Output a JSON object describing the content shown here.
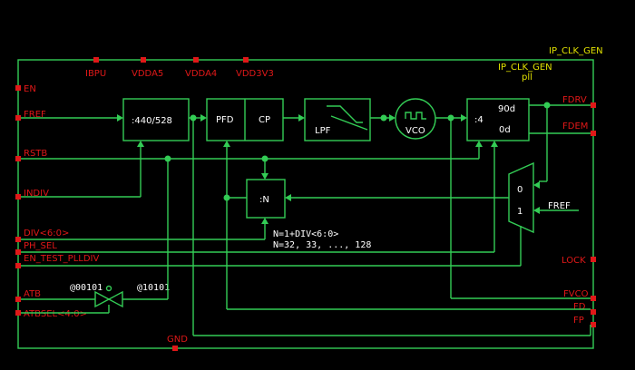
{
  "cell": {
    "library_label": "IP_CLK_GEN",
    "instance_name": "IP_CLK_GEN",
    "view_name": "pll"
  },
  "top_pins": [
    "IBPU",
    "VDDA5",
    "VDDA4",
    "VDD3V3"
  ],
  "left_pins": [
    "EN",
    "FREF",
    "RSTB",
    "INDIV",
    "DIV<6:0>",
    "PH_SEL",
    "EN_TEST_PLLDIV",
    "ATB",
    "ATBSEL<4:0>"
  ],
  "right_pins": [
    "FDRV",
    "FDEM",
    "LOCK",
    "FVCO",
    "FD",
    "FP"
  ],
  "bottom_pins": [
    "GND"
  ],
  "blocks": {
    "ref_divider": ":440/528",
    "pfd": "PFD",
    "cp": "CP",
    "lpf": "LPF",
    "vco": "VCO",
    "out_divider": ":4",
    "phase_90": "90d",
    "phase_0": "0d",
    "fb_divider": ":N",
    "mux_0": "0",
    "mux_1": "1"
  },
  "mux_input_label": "FREF",
  "annotations": {
    "n_formula": "N=1+DIV<6:0>",
    "n_values": "N=32, 33, ..., 128",
    "switch_code_a": "@00101",
    "switch_code_b": "@10101"
  },
  "colors": {
    "background": "#000000",
    "wire": "#33cc55",
    "pin": "#e01818",
    "title": "#e0e000",
    "text": "#ffffff"
  }
}
